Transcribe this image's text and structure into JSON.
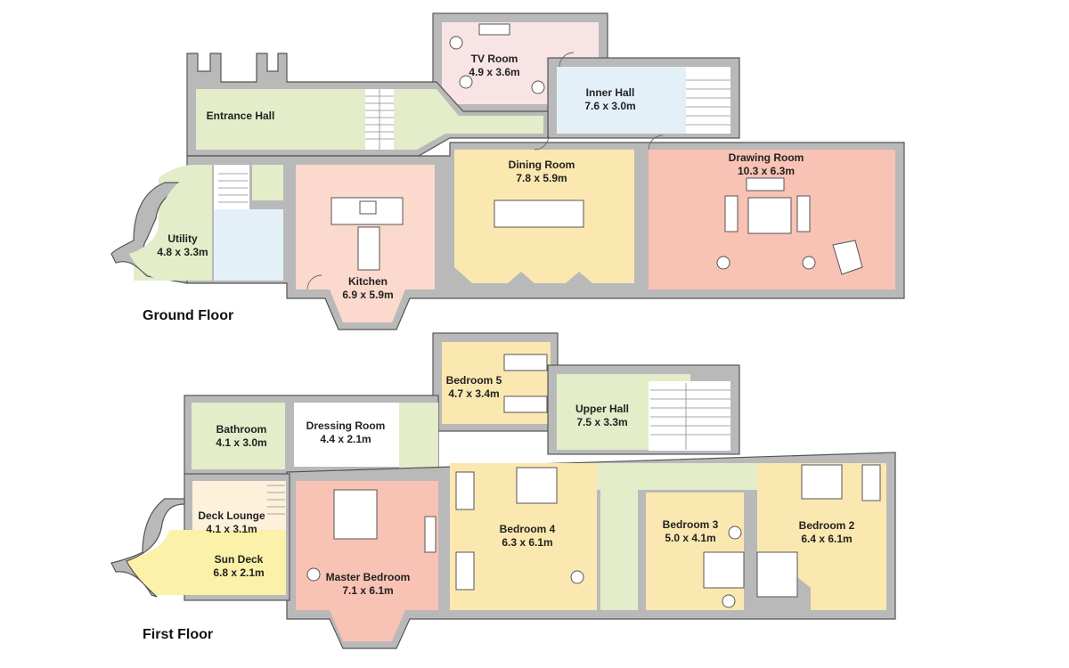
{
  "floors": {
    "ground": {
      "title": "Ground Floor",
      "rooms": {
        "tv_room": {
          "name": "TV Room",
          "dims": "4.9 x 3.6m"
        },
        "inner_hall": {
          "name": "Inner Hall",
          "dims": "7.6 x 3.0m"
        },
        "entrance_hall": {
          "name": "Entrance Hall",
          "dims": ""
        },
        "dining_room": {
          "name": "Dining Room",
          "dims": "7.8 x 5.9m"
        },
        "drawing_room": {
          "name": "Drawing Room",
          "dims": "10.3 x 6.3m"
        },
        "utility": {
          "name": "Utility",
          "dims": "4.8 x 3.3m"
        },
        "kitchen": {
          "name": "Kitchen",
          "dims": "6.9 x 5.9m"
        }
      }
    },
    "first": {
      "title": "First Floor",
      "rooms": {
        "bedroom_5": {
          "name": "Bedroom 5",
          "dims": "4.7 x 3.4m"
        },
        "upper_hall": {
          "name": "Upper Hall",
          "dims": "7.5 x 3.3m"
        },
        "bathroom": {
          "name": "Bathroom",
          "dims": "4.1 x 3.0m"
        },
        "dressing_room": {
          "name": "Dressing Room",
          "dims": "4.4 x 2.1m"
        },
        "bedroom_4": {
          "name": "Bedroom 4",
          "dims": "6.3 x 6.1m"
        },
        "bedroom_3": {
          "name": "Bedroom 3",
          "dims": "5.0 x 4.1m"
        },
        "bedroom_2": {
          "name": "Bedroom 2",
          "dims": "6.4 x 6.1m"
        },
        "deck_lounge": {
          "name": "Deck Lounge",
          "dims": "4.1 x 3.1m"
        },
        "sun_deck": {
          "name": "Sun Deck",
          "dims": "6.8 x 2.1m"
        },
        "master_bedroom": {
          "name": "Master Bedroom",
          "dims": "7.1 x 6.1m"
        }
      }
    }
  },
  "colors": {
    "wall": "#b9b9b9",
    "green": "#e3edc9",
    "blue": "#e3f0f8",
    "pink": "#f9e4e5",
    "peach": "#fbd9cc",
    "yellow": "#fbe8b0",
    "salmon": "#f8c2b4",
    "cream": "#fdf1dc",
    "lemon": "#fbf1a8"
  }
}
